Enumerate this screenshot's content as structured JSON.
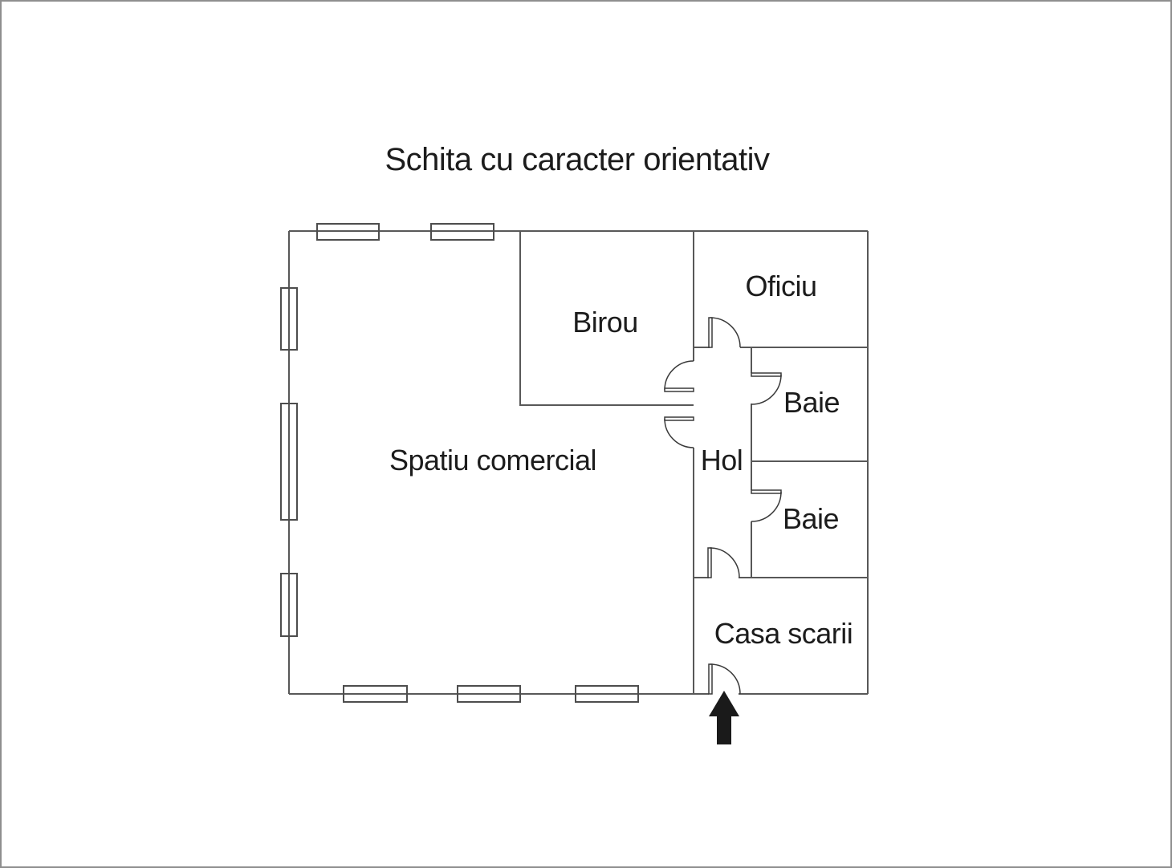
{
  "title": "Schita cu caracter orientativ",
  "floor_plan": {
    "rooms": {
      "spatiu_comercial": "Spatiu comercial",
      "birou": "Birou",
      "oficiu": "Oficiu",
      "baie_top": "Baie",
      "baie_bottom": "Baie",
      "hol": "Hol",
      "casa_scarii": "Casa scarii"
    },
    "symbols": {
      "entrance_arrow_icon": "up-arrow",
      "window_count": 8,
      "door_count": 7
    },
    "colors": {
      "background": "#ffffff",
      "page_border": "#8f8f8f",
      "wall_line": "#585858",
      "window_line": "#4d4d4d",
      "door_line": "#3a3a3a",
      "label_text": "#1c1c1c",
      "arrow_fill": "#1a1a1a"
    }
  }
}
